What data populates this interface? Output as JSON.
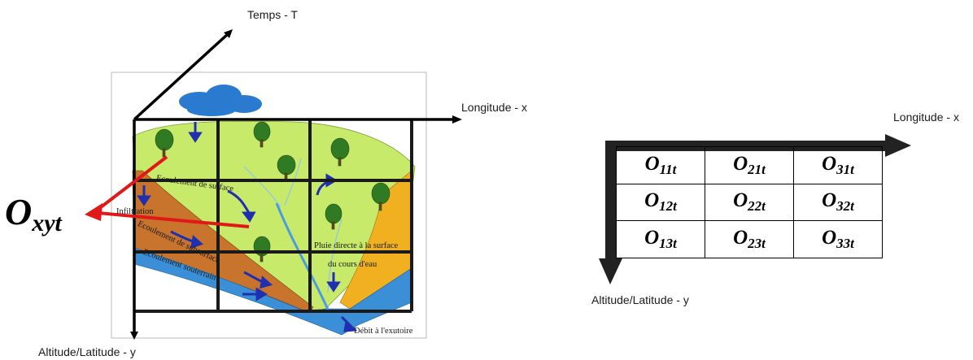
{
  "left_diagram": {
    "axis_time_label": "Temps - T",
    "axis_x_label": "Longitude - x",
    "axis_y_label": "Altitude/Latitude - y",
    "observation_label": {
      "base": "O",
      "subscript": "xyt"
    },
    "picture_labels": {
      "surface_runoff": "Ecoulement de surface",
      "infiltration": "Infiltration",
      "subsurface_runoff": "Ecoulement de subsurface",
      "groundwater_flow": "Ecoulement souterrain",
      "direct_rain": "Pluie directe à la surface",
      "river": "du cours d'eau",
      "outlet_discharge": "Débit à l'exutoire"
    }
  },
  "right_diagram": {
    "axis_x_label": "Longitude - x",
    "axis_y_label": "Altitude/Latitude - y",
    "cells": [
      [
        {
          "base": "O",
          "sub": "11t"
        },
        {
          "base": "O",
          "sub": "21t"
        },
        {
          "base": "O",
          "sub": "31t"
        }
      ],
      [
        {
          "base": "O",
          "sub": "12t"
        },
        {
          "base": "O",
          "sub": "22t"
        },
        {
          "base": "O",
          "sub": "32t"
        }
      ],
      [
        {
          "base": "O",
          "sub": "13t"
        },
        {
          "base": "O",
          "sub": "23t"
        },
        {
          "base": "O",
          "sub": "33t"
        }
      ]
    ]
  },
  "colors": {
    "hillslope": "#c8ea6a",
    "soil_layer": "#c8742c",
    "aquifer": "#3b8fd6",
    "valley_slope": "#f0b020",
    "flow_arrow": "#1f2fb0",
    "cloud": "#2a7bd0",
    "grid_line": "#1a1a1a",
    "pointer": "#e01818"
  }
}
